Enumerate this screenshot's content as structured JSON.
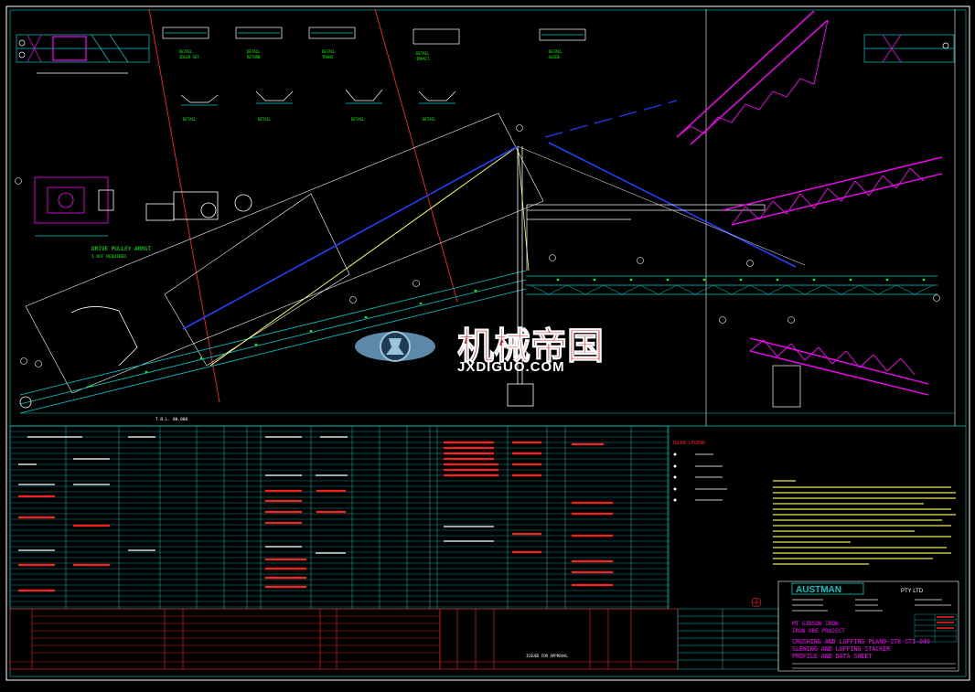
{
  "colors": {
    "background": "#000000",
    "border": "#ffffff",
    "grid_cyan": "#00c8c8",
    "green": "#00ff00",
    "magenta": "#ff00ff",
    "red": "#ff2020",
    "yellow": "#ffff60",
    "blue": "#2040ff",
    "watermark_red": "#d01818"
  },
  "drawing": {
    "drive_label": "DRIVE PULLEY ARRGT",
    "drive_sublabel": "1 OFF REQUIRED",
    "ground_label": "T.B.L. 00.000",
    "legend_title": "IDLER LEGEND"
  },
  "title_block": {
    "company": "AUSTMAN",
    "company_suffix": "PTY LTD",
    "client": "MT GIBSON IRON",
    "project": "IRON ORE PROJECT",
    "drawing_title_1": "CRUSHING AND LUFFING PLAN",
    "drawing_no": "0-278-ST1-040",
    "drawing_title_2": "SLEWING AND LUFFING STACKER",
    "drawing_title_3": "PROFILE AND DATA SHEET",
    "revision_note": "ISSUED FOR APPROVAL"
  },
  "watermark": {
    "cn_text": "机械帝国",
    "en_text": "JXDIGUO.COM"
  }
}
